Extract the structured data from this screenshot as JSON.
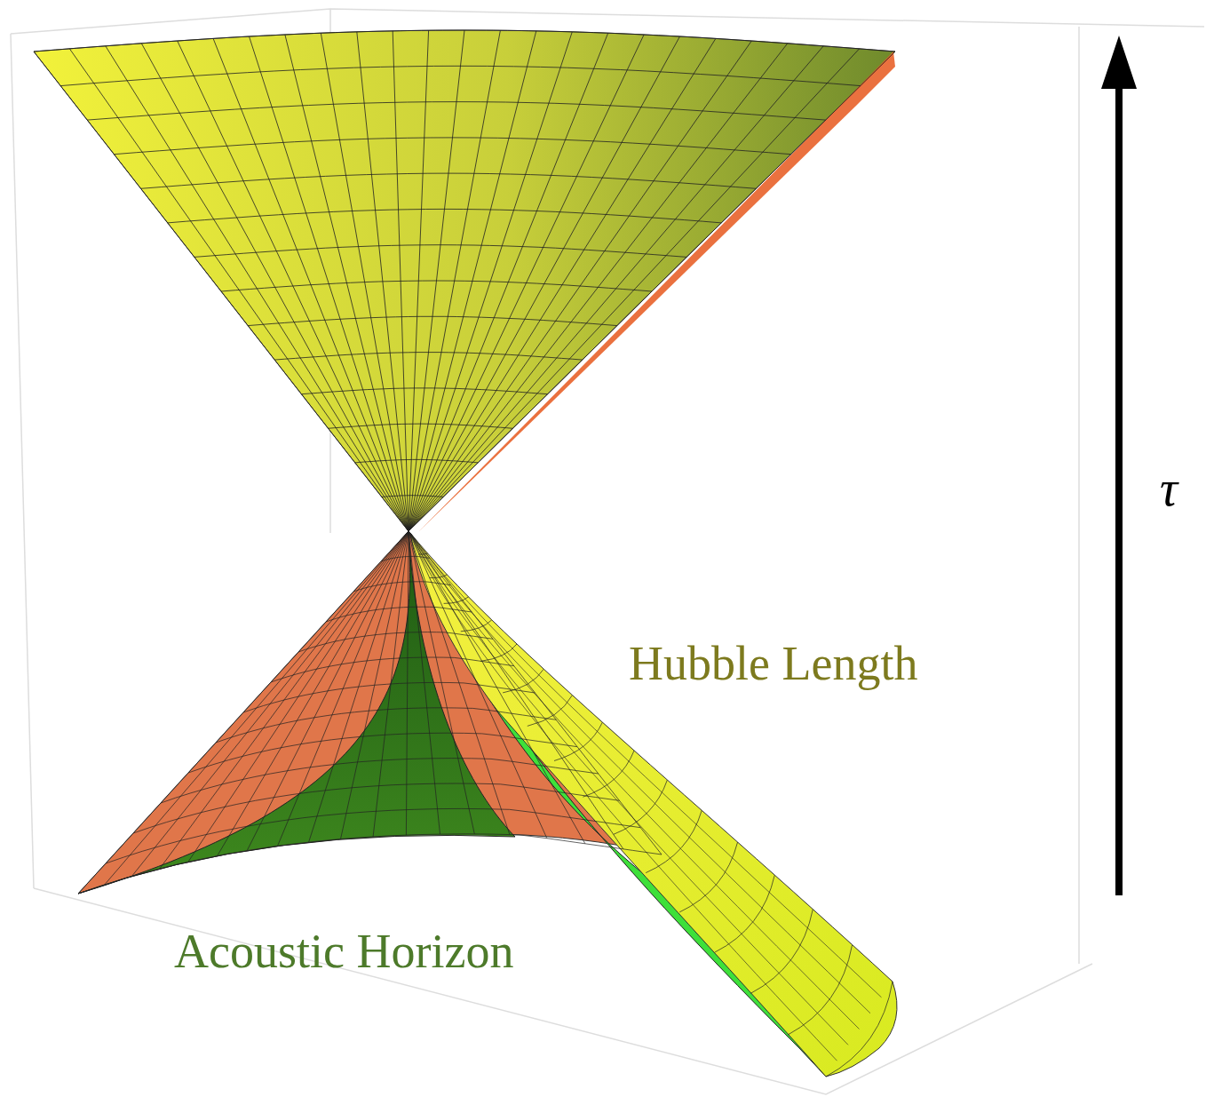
{
  "diagram": {
    "labels": [
      "Hubble Length",
      "Acoustic Horizon",
      "τ"
    ]
  }
}
